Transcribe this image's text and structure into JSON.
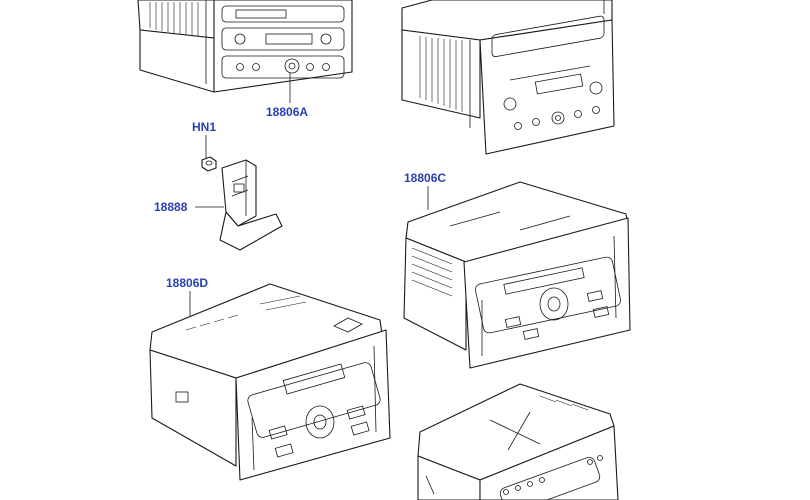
{
  "callouts": {
    "radio_a": "18806A",
    "nut": "HN1",
    "bracket": "18888",
    "radio_c": "18806C",
    "radio_d": "18806D"
  },
  "colors": {
    "callout_text": "#2b3fb5",
    "line_art": "#1a1a1a",
    "background": "#ffffff"
  }
}
